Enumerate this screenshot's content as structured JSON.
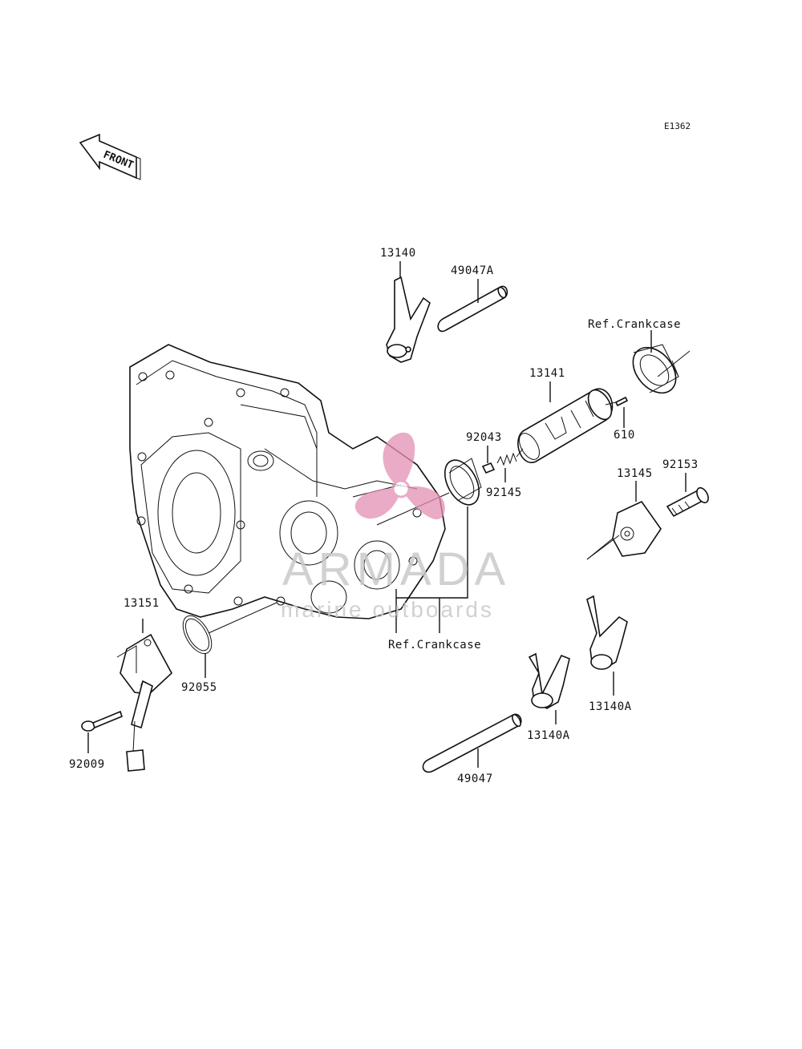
{
  "diagram_code": "E1362",
  "front_label": "FRONT",
  "parts": {
    "p13140": "13140",
    "p49047A": "49047A",
    "ref_crankcase_top": "Ref.Crankcase",
    "p13141": "13141",
    "p610": "610",
    "p92043": "92043",
    "p92145": "92145",
    "p92153": "92153",
    "p13145": "13145",
    "p13151": "13151",
    "p92055": "92055",
    "ref_crankcase_bottom": "Ref.Crankcase",
    "p92009": "92009",
    "p13140A_left": "13140A",
    "p13140A_right": "13140A",
    "p49047": "49047"
  },
  "watermark": {
    "brand": "ARMADA",
    "tagline": "marine outboards",
    "logo_color": "#e48fb3"
  }
}
